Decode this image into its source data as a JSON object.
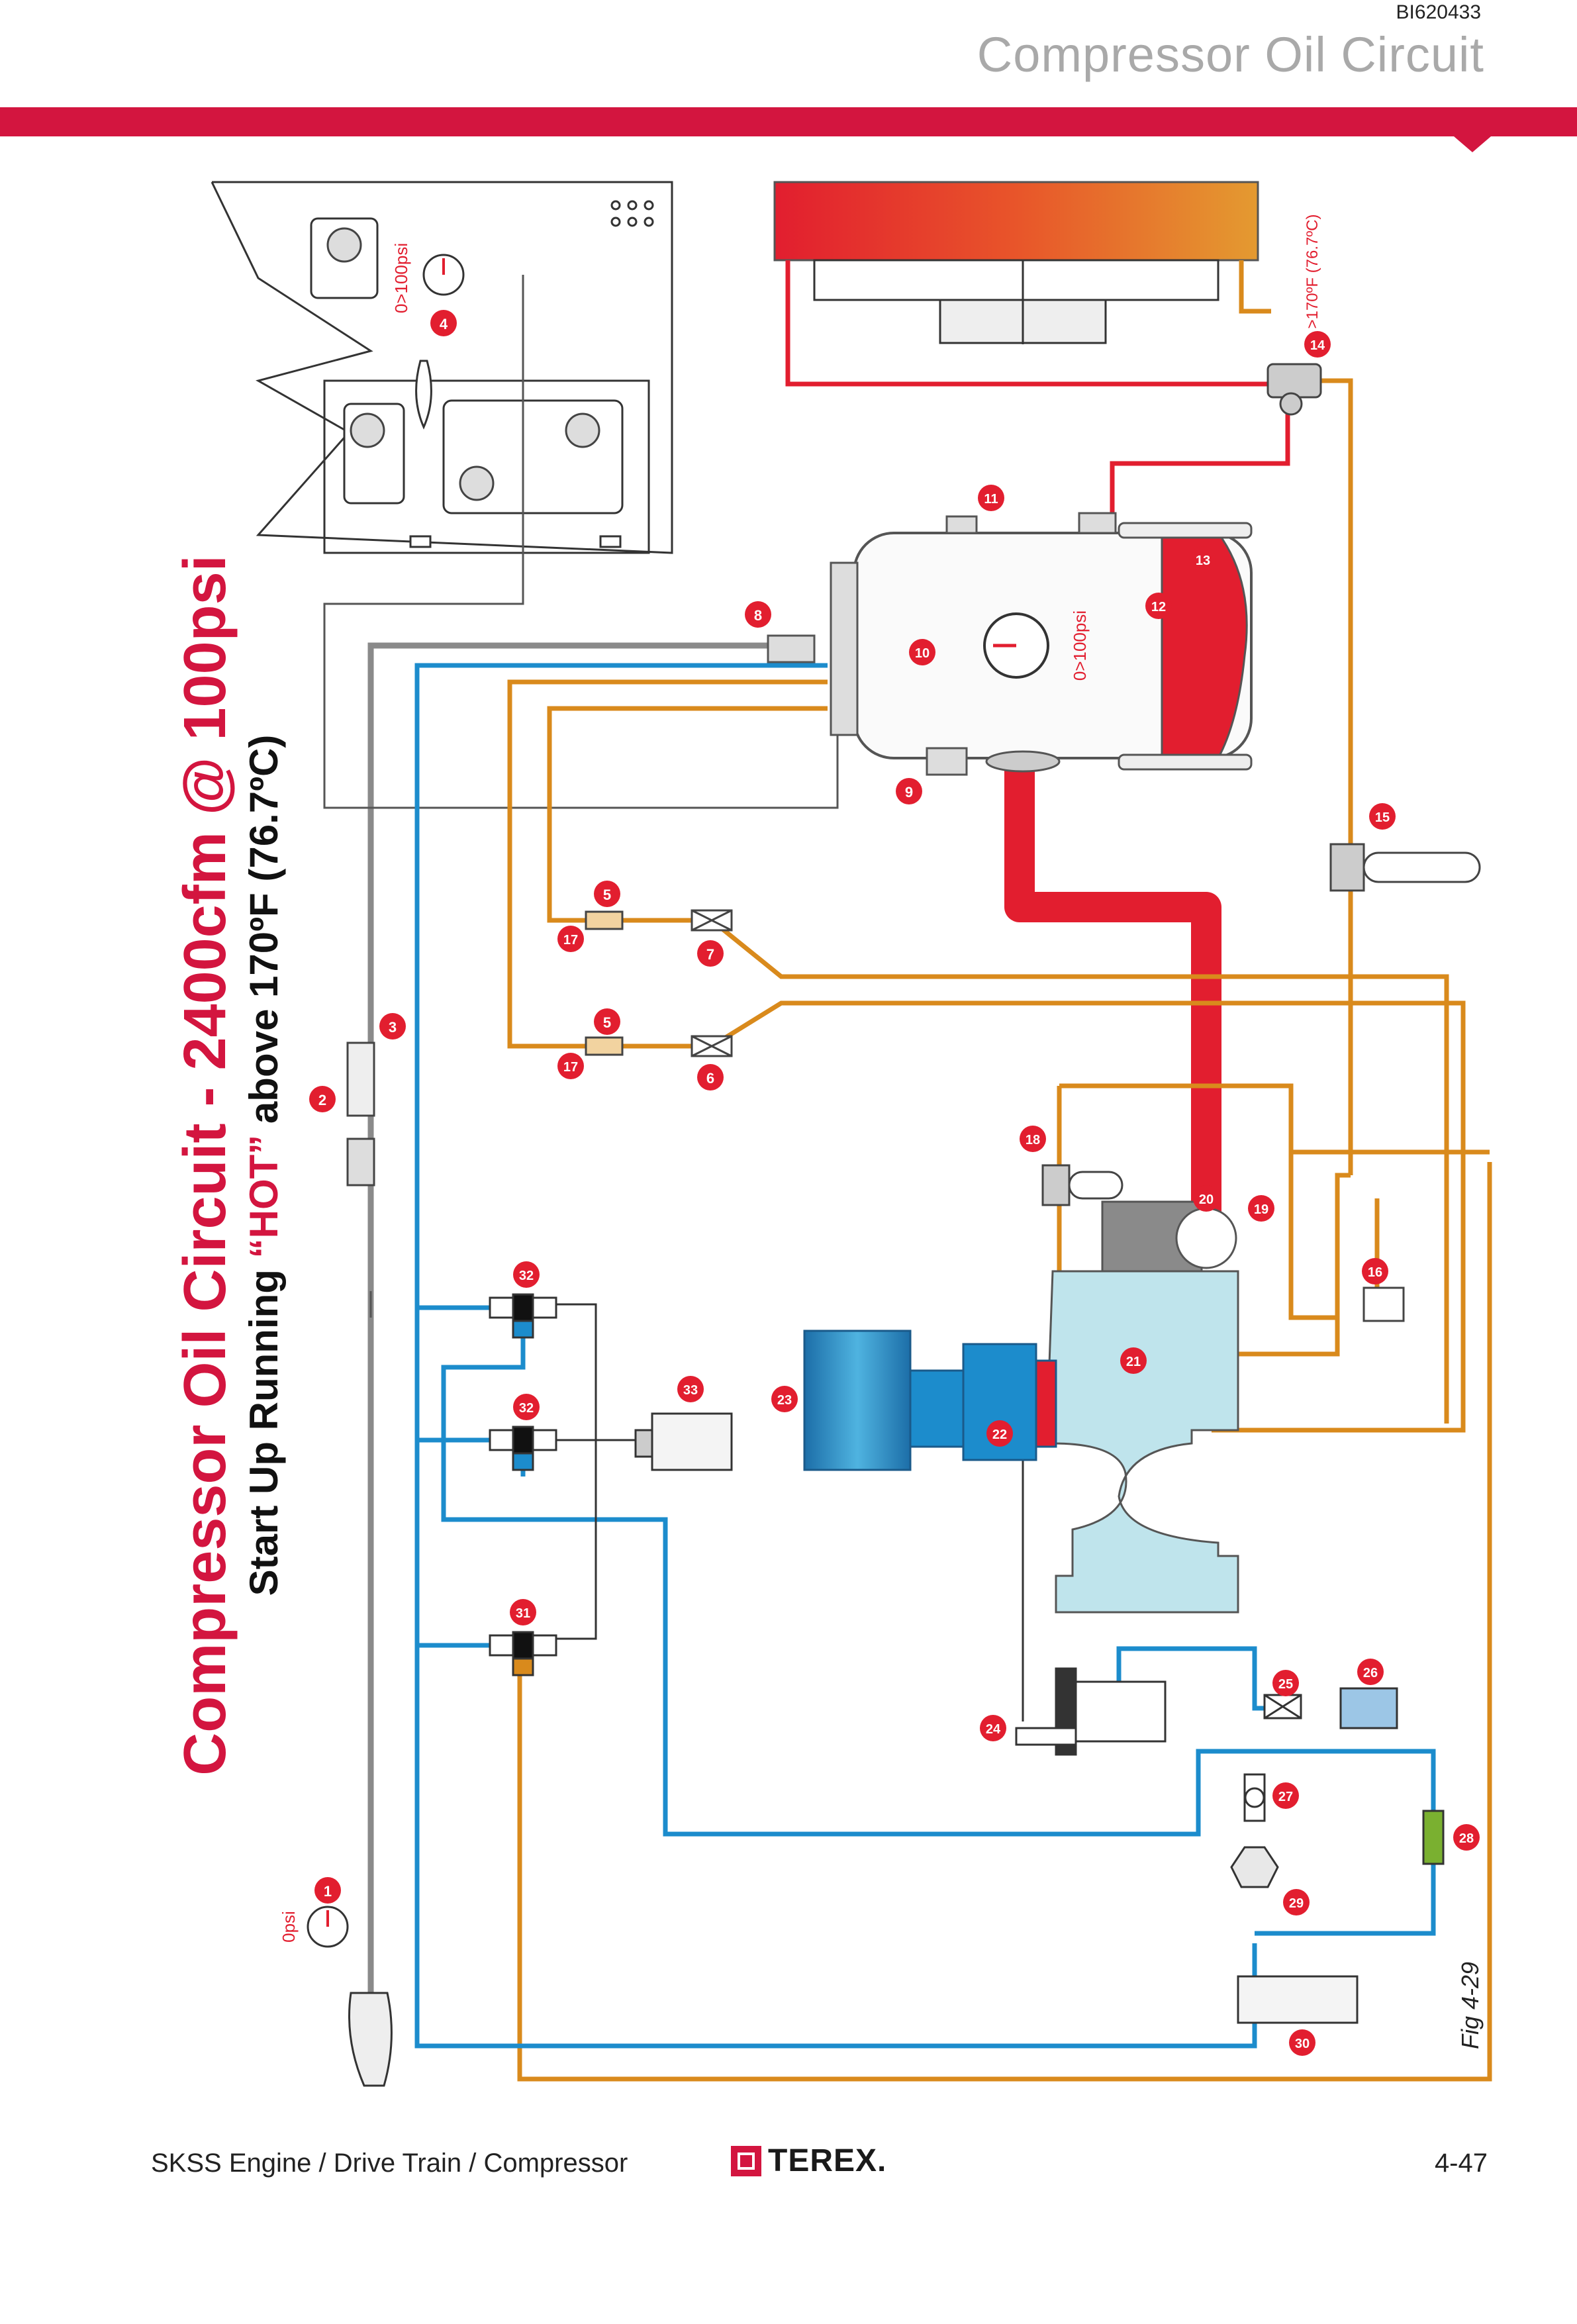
{
  "header": {
    "doc_id": "BI620433",
    "title": "Compressor Oil Circuit"
  },
  "title": {
    "main": "Compressor Oil Circuit - 2400cfm @ 100psi",
    "sub_pre": "Start Up Running ",
    "sub_hot": "“HOT”",
    "sub_post": " above 170ºF (76.7ºC)"
  },
  "labels": {
    "gauge_1": "0psi",
    "gauge_4": "0>100psi",
    "gauge_10": "0>100psi",
    "temp_14": ">170ºF (76.7ºC)"
  },
  "callouts": [
    "1",
    "2",
    "3",
    "4",
    "5",
    "5",
    "6",
    "7",
    "8",
    "9",
    "10",
    "11",
    "12",
    "13",
    "14",
    "15",
    "16",
    "17",
    "17",
    "18",
    "19",
    "20",
    "21",
    "22",
    "23",
    "24",
    "25",
    "26",
    "27",
    "28",
    "29",
    "30",
    "31",
    "32",
    "32",
    "33"
  ],
  "colors": {
    "brand_red": "#d3153f",
    "hot_oil": "#e21e2f",
    "oil_line": "#d98a1c",
    "air_line": "#1c8ccc",
    "pilot_line": "#8a8a8a",
    "compressor_body": "#bfe4ec",
    "motor_blue": "#1c8ccc"
  },
  "figure": {
    "label": "Fig 4-29"
  },
  "footer": {
    "breadcrumb": "SKSS Engine / Drive Train / Compressor",
    "brand": "TEREX.",
    "page": "4-47"
  }
}
